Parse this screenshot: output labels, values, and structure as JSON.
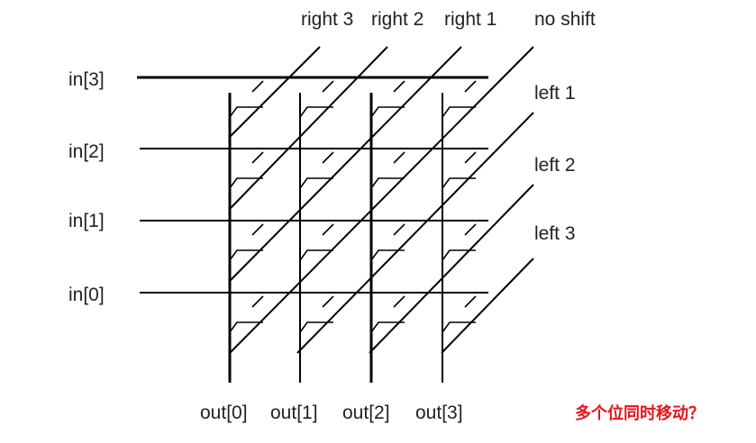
{
  "diagram": {
    "inputs": [
      "in[3]",
      "in[2]",
      "in[1]",
      "in[0]"
    ],
    "outputs": [
      "out[0]",
      "out[1]",
      "out[2]",
      "out[3]"
    ],
    "shift_lines": [
      "right 3",
      "right 2",
      "right 1",
      "no shift",
      "left 1",
      "left 2",
      "left 3"
    ],
    "note": "多个位同时移动？"
  }
}
